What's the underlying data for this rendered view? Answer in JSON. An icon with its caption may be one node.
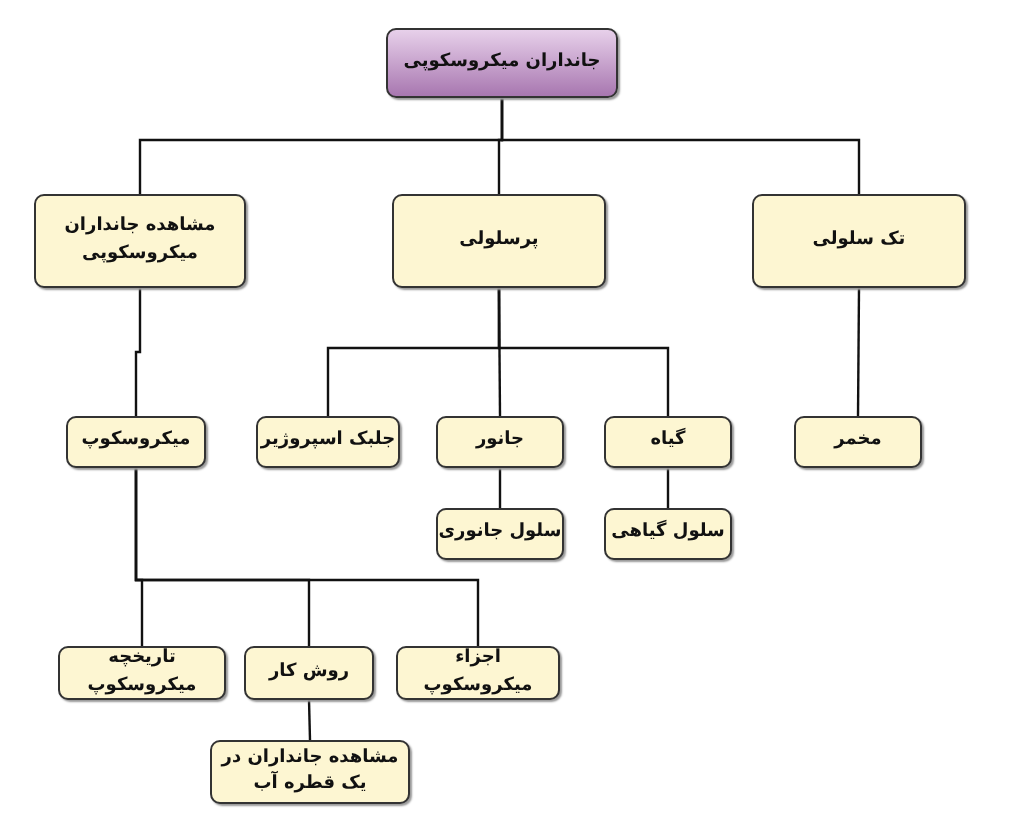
{
  "diagram": {
    "nodes": [
      {
        "text": [
          "جانداران میکروسکوپی"
        ]
      },
      {
        "text": [
          "مشاهده جانداران میکروسکوپی"
        ]
      },
      {
        "text": [
          "پرسلولی"
        ]
      },
      {
        "text": [
          "تک سلولی"
        ]
      },
      {
        "text": [
          "میکروسکوپ"
        ]
      },
      {
        "text": [
          "جلبک اسپروژیر"
        ]
      },
      {
        "text": [
          "جانور"
        ]
      },
      {
        "text": [
          "گیاه"
        ]
      },
      {
        "text": [
          "مخمر"
        ]
      },
      {
        "text": [
          "سلول جانوری"
        ]
      },
      {
        "text": [
          "سلول گیاهی"
        ]
      },
      {
        "text": [
          "تاریخچه میکروسکوپ"
        ]
      },
      {
        "text": [
          "روش کار"
        ]
      },
      {
        "text": [
          "اجزاء میکروسکوپ"
        ]
      },
      {
        "text": [
          "مشاهده جانداران در یک قطره آب"
        ]
      }
    ],
    "edges": [
      {
        "from": 0,
        "to": 1,
        "arrow": "none"
      },
      {
        "from": 0,
        "to": 2,
        "arrow": "none"
      },
      {
        "from": 0,
        "to": 3,
        "arrow": "none"
      },
      {
        "from": 1,
        "to": 4,
        "arrow": "none"
      },
      {
        "from": 2,
        "to": 5,
        "arrow": "none"
      },
      {
        "from": 2,
        "to": 6,
        "arrow": "none"
      },
      {
        "from": 2,
        "to": 7,
        "arrow": "none"
      },
      {
        "from": 3,
        "to": 8,
        "arrow": "none"
      },
      {
        "from": 6,
        "to": 9,
        "arrow": "none"
      },
      {
        "from": 7,
        "to": 10,
        "arrow": "none"
      },
      {
        "from": 4,
        "to": 11,
        "arrow": "none"
      },
      {
        "from": 4,
        "to": 12,
        "arrow": "none"
      },
      {
        "from": 4,
        "to": 13,
        "arrow": "none"
      },
      {
        "from": 12,
        "to": 14,
        "arrow": "none"
      }
    ]
  }
}
